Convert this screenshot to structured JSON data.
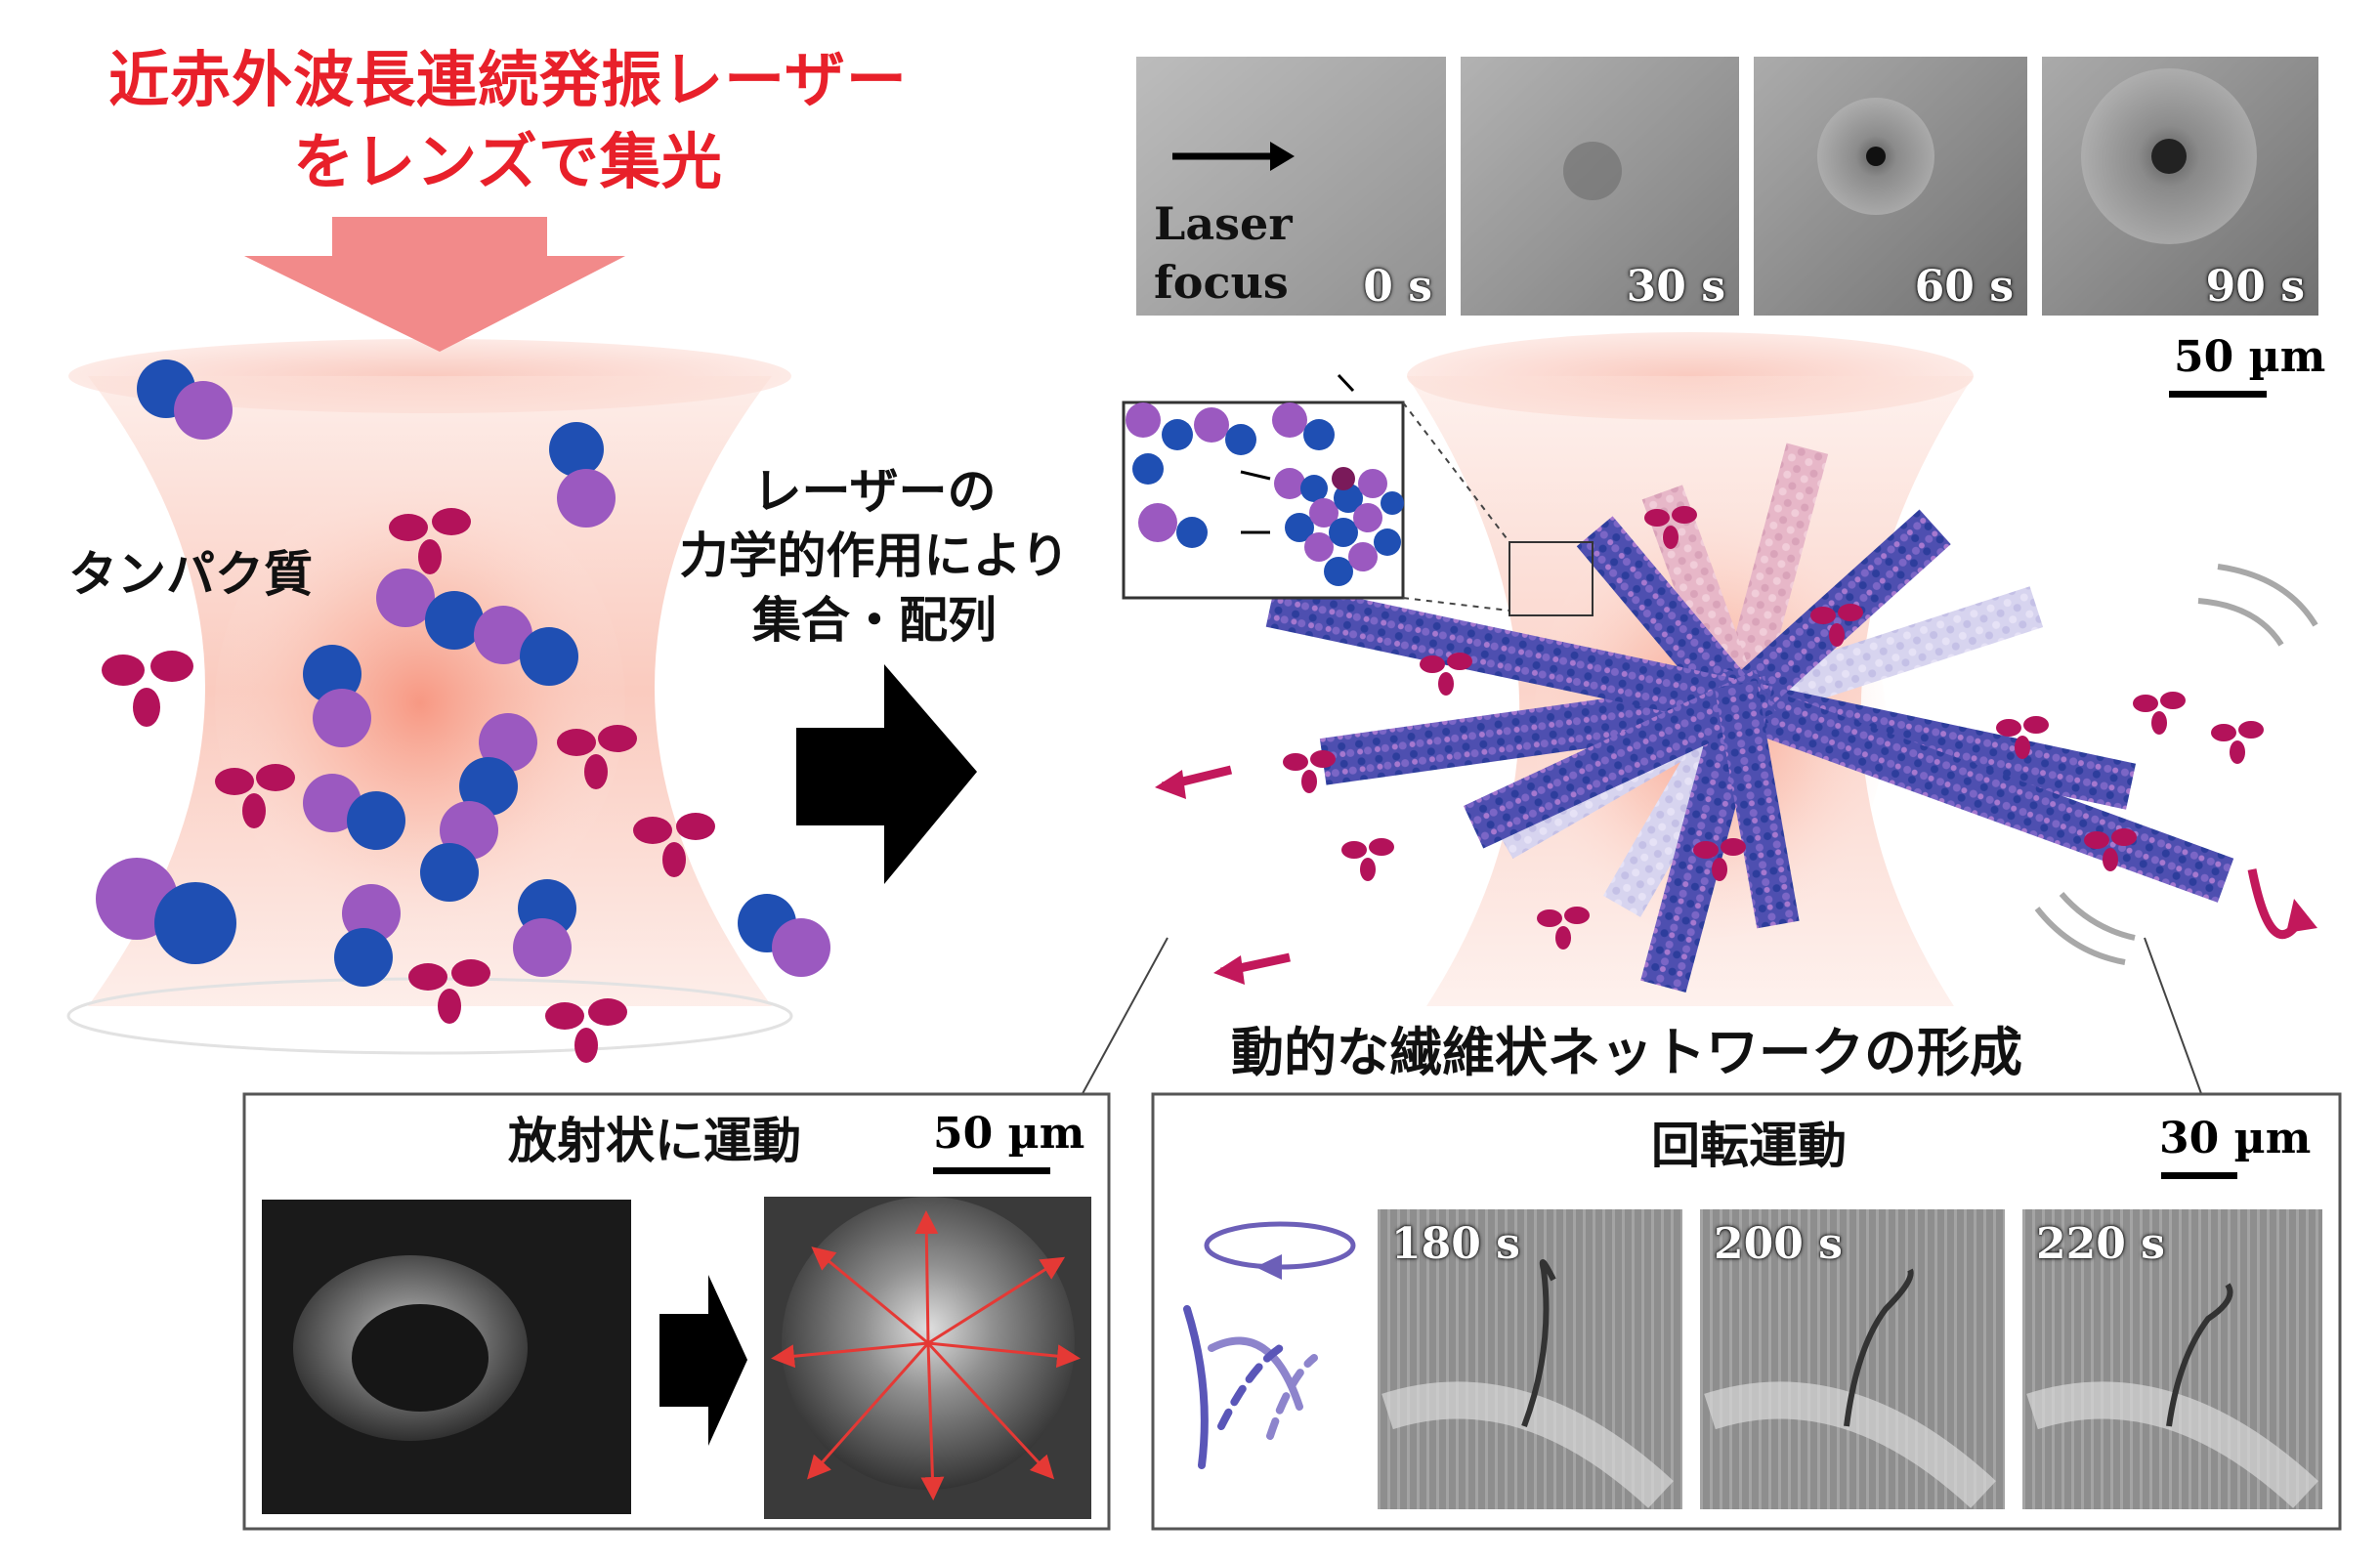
{
  "header": {
    "line1": "近赤外波長連続発振レーザー",
    "line2": "をレンズで集光"
  },
  "labels": {
    "protein": "タンパク質",
    "mechanism_line1": "レーザーの",
    "mechanism_line2": "力学的作用により",
    "mechanism_line3": "集合・配列",
    "network_formation": "動的な繊維状ネットワークの形成",
    "radial_motion": "放射状に運動",
    "rotation_motion": "回転運動"
  },
  "top_strip": {
    "laser_line1": "Laser",
    "laser_line2": "focus",
    "frames": [
      "0 s",
      "30 s",
      "60 s",
      "90 s"
    ],
    "scale": "50 µm"
  },
  "radial_panel": {
    "scale": "50 µm"
  },
  "rotation_panel": {
    "scale": "30 µm",
    "frames": [
      "180 s",
      "200 s",
      "220 s"
    ]
  },
  "colors": {
    "title_red": "#e8202a",
    "arrow_pink": "#f28a8a",
    "protein_blue": "#1f4fb3",
    "protein_purple": "#9b59c0",
    "protein_magenta": "#b3125a",
    "fiber_blue": "#5a56b8"
  }
}
